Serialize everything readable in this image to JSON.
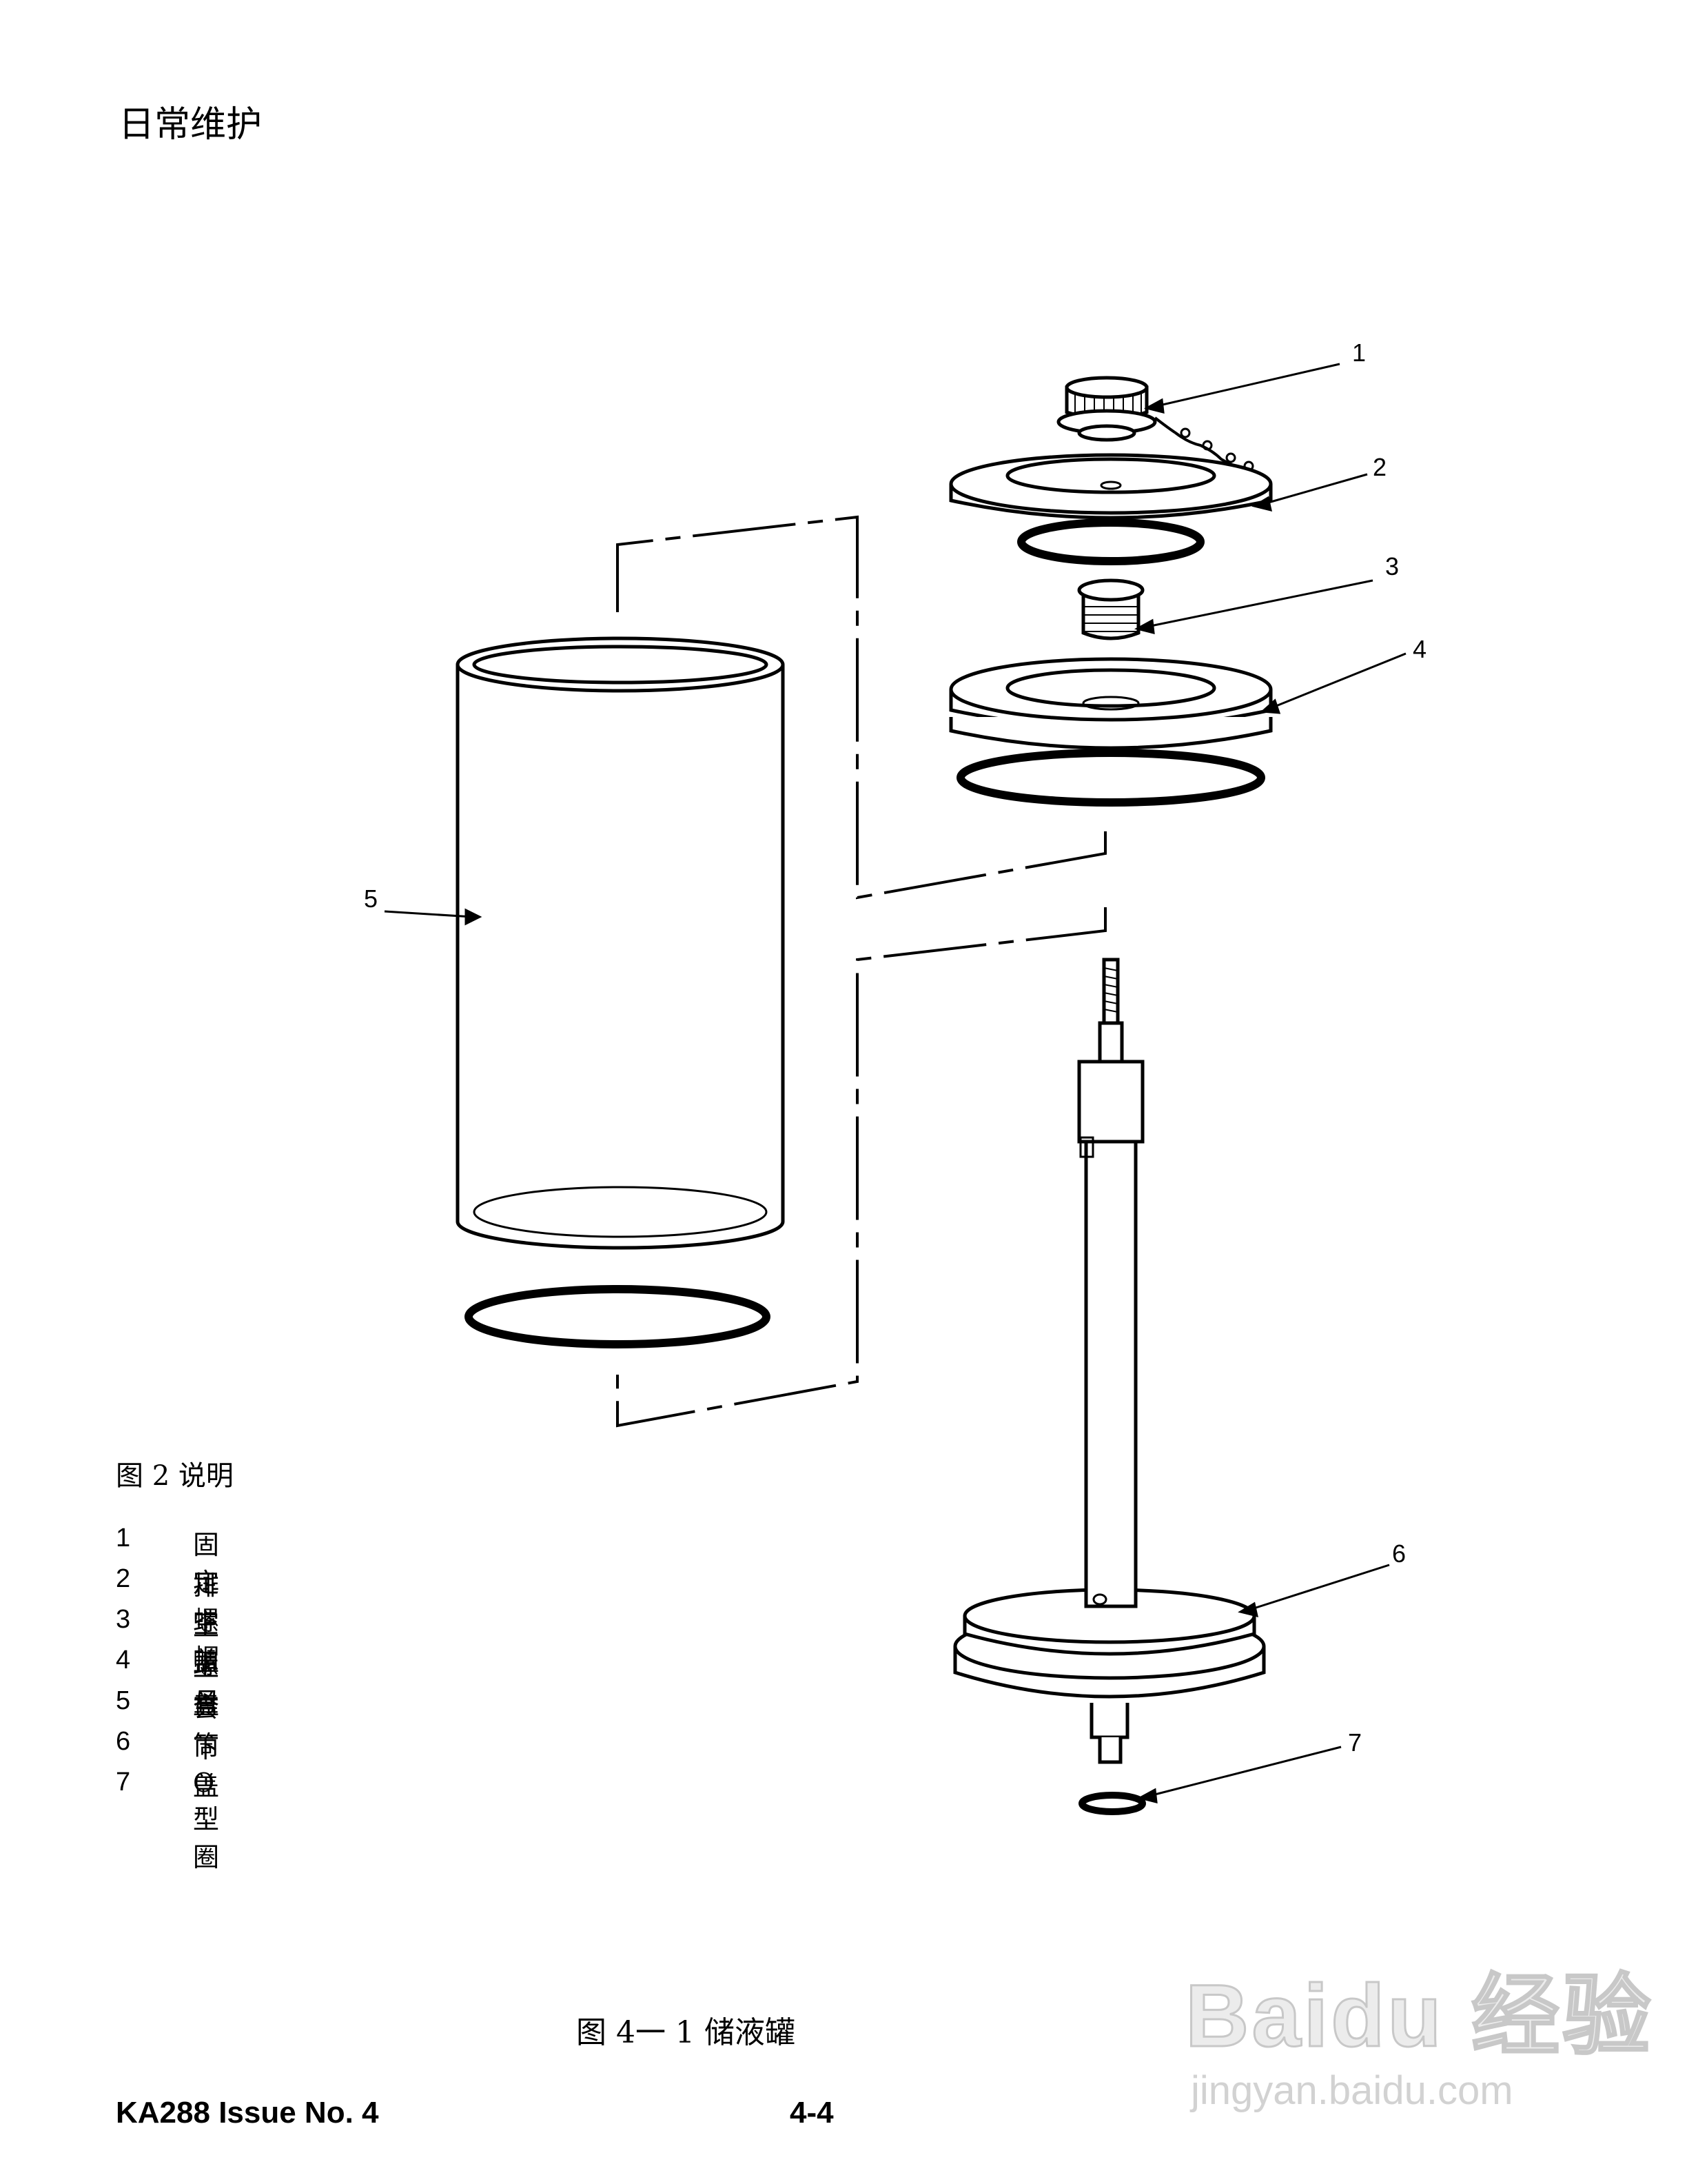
{
  "header": {
    "title": "日常维护"
  },
  "callouts": [
    "1",
    "2",
    "3",
    "4",
    "5",
    "6",
    "7"
  ],
  "legend": {
    "title": "图 2 说明",
    "items": [
      {
        "num": "1",
        "name": "固定螺帽"
      },
      {
        "num": "2",
        "name": "排空盖"
      },
      {
        "num": "3",
        "name": "上螺母"
      },
      {
        "num": "4",
        "name": "上盖"
      },
      {
        "num": "5",
        "name": "套筒"
      },
      {
        "num": "6",
        "name": "下盖"
      },
      {
        "num": "7",
        "name": "O型圈"
      }
    ]
  },
  "caption": "图   4一 1 储液罐",
  "footer": {
    "doc": "KA288 Issue No. 4",
    "page": "4-4"
  },
  "watermark": {
    "logo": "Baidu 经验",
    "url": "jingyan.baidu.com"
  }
}
